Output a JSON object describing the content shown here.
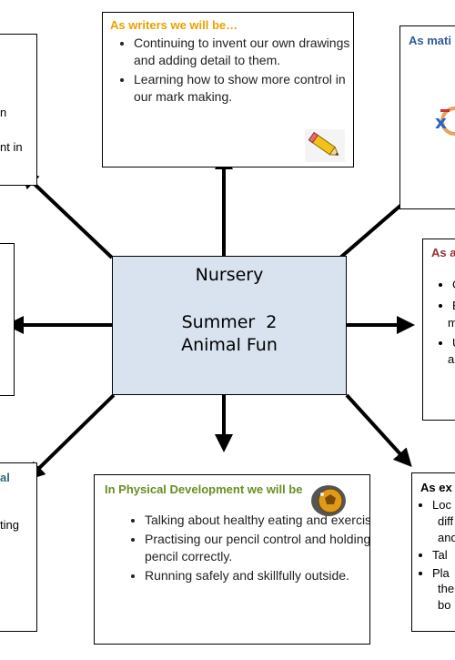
{
  "center": {
    "line1": "Nursery",
    "line2": "Summer  2",
    "line3": "Animal Fun"
  },
  "writers": {
    "title": "As writers we will be…",
    "title_color": "#e8a200",
    "items": [
      "Continuing to invent our own drawings and adding detail to them.",
      "Learning how to show more control in our mark making."
    ],
    "icon": "pencil-icon"
  },
  "maths": {
    "title": "As mati",
    "title_color": "#2f5a9a",
    "icon": "maths-symbols-icon"
  },
  "artists": {
    "title": "As a",
    "title_color": "#9b3030",
    "items": [
      "C",
      "E",
      "U"
    ],
    "continuations": [
      "m",
      "a"
    ]
  },
  "explorers": {
    "title": "As ex",
    "items": [
      "Loc",
      "Tal",
      "Pla"
    ],
    "continuations": [
      "diff",
      "and",
      "the",
      "bo"
    ]
  },
  "physical": {
    "title": "In Physical Development we will be",
    "title_color": "#6b8e23",
    "items": [
      "Talking about healthy eating and exercise.",
      "Practising our pencil control and holding a pencil correctly.",
      "Running safely and skillfully outside."
    ],
    "icon": "football-icon"
  },
  "top_left": {
    "fragments": [
      "n",
      "nt in"
    ]
  },
  "bottom_left": {
    "title": "al",
    "title_color": "#2f6a7a",
    "fragments": [
      "ting"
    ]
  }
}
